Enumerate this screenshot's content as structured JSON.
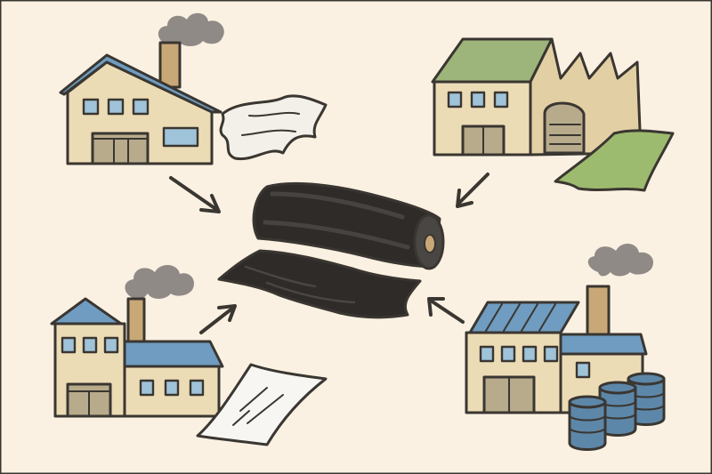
{
  "palette": {
    "background": "#fbf1e2",
    "outline": "#3a3631",
    "wall": "#ecdcb6",
    "wall_shade": "#e2cfa4",
    "window": "#9fc3d8",
    "door": "#b7ab8c",
    "roof_blue": "#6f9cc0",
    "roof_green": "#9db47a",
    "chimney": "#c9a877",
    "smoke": "#8f8a86",
    "film_black": "#2e2b29",
    "film_black_light": "#4a4643",
    "sheet_white": "#f3f0ea",
    "sheet_clear": "#f7f6f2",
    "sheet_green": "#9dbb6e",
    "barrel": "#5d87a8",
    "arrow": "#3a3631"
  },
  "nodes": [
    {
      "id": "factory-top-left",
      "kind": "factory",
      "material": "white-plastic-sheet"
    },
    {
      "id": "factory-top-right",
      "kind": "factory",
      "material": "green-sheet"
    },
    {
      "id": "factory-bottom-left",
      "kind": "factory",
      "material": "clear-film-sheet"
    },
    {
      "id": "factory-bottom-right",
      "kind": "factory",
      "material": "blue-barrels"
    },
    {
      "id": "black-film-roll",
      "kind": "product",
      "material": "black-plastic-film-roll"
    }
  ],
  "edges": [
    {
      "from": "factory-top-left",
      "to": "black-film-roll"
    },
    {
      "from": "factory-top-right",
      "to": "black-film-roll"
    },
    {
      "from": "factory-bottom-left",
      "to": "black-film-roll"
    },
    {
      "from": "factory-bottom-right",
      "to": "black-film-roll"
    }
  ]
}
